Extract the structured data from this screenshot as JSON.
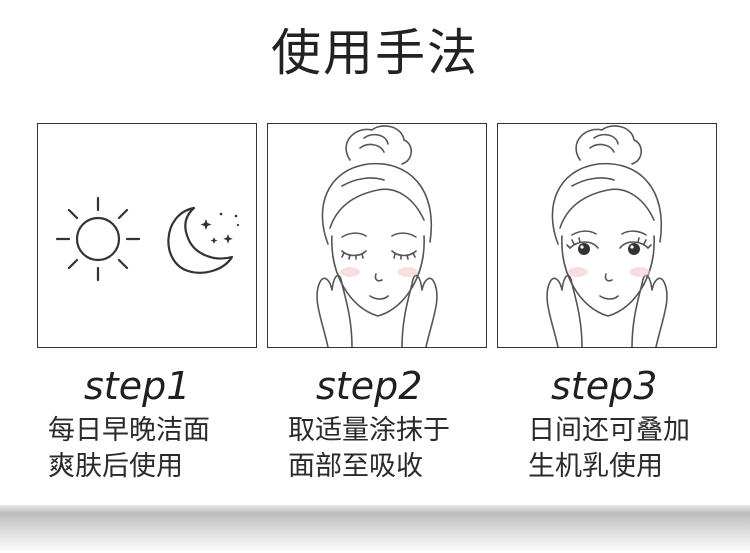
{
  "title": "使用手法",
  "steps": [
    {
      "label": "step1",
      "lines": [
        "每日早晚洁面",
        "爽肤后使用"
      ],
      "icons": [
        "sun-icon",
        "moon-icon"
      ]
    },
    {
      "label": "step2",
      "lines": [
        "取适量涂抹于",
        "面部至吸收"
      ],
      "icons": [
        "face-eyes-closed-illustration"
      ]
    },
    {
      "label": "step3",
      "lines": [
        "日间还可叠加",
        "生机乳使用"
      ],
      "icons": [
        "face-eyes-open-illustration"
      ]
    }
  ],
  "colors": {
    "line": "#333333",
    "text": "#222222",
    "blush": "#f3c9c9"
  }
}
